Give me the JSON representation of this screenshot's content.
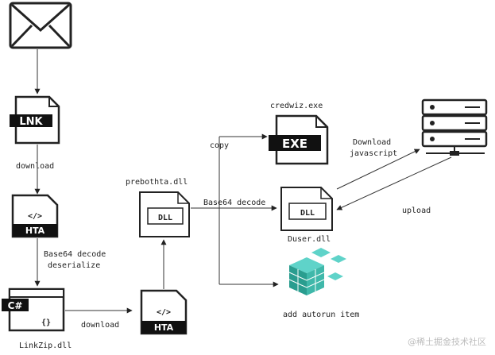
{
  "labels": {
    "download_top": "download",
    "b64_deserialize_1": "Base64 decode",
    "b64_deserialize_2": "deserialize",
    "download_bottom": "download",
    "linkzip": "LinkZip.dll",
    "prebothta": "prebothta.dll",
    "b64_decode": "Base64 decode",
    "copy": "copy",
    "credwiz": "credwiz.exe",
    "duser": "Duser.dll",
    "download_js_1": "Download",
    "download_js_2": "javascript",
    "upload": "upload",
    "autorun": "add autorun item"
  },
  "badges": {
    "lnk": "LNK",
    "hta_top": "HTA",
    "hta_bottom": "HTA",
    "code_top": "</>",
    "code_bottom": "</>",
    "cs": "C#",
    "braces": "{}",
    "dll_left": "DLL",
    "dll_right": "DLL",
    "exe": "EXE"
  },
  "watermark": "@稀土掘金技术社区",
  "colors": {
    "ink": "#222222",
    "autorun_top": "#5fd3c9",
    "autorun_side": "#2a9d8f"
  }
}
